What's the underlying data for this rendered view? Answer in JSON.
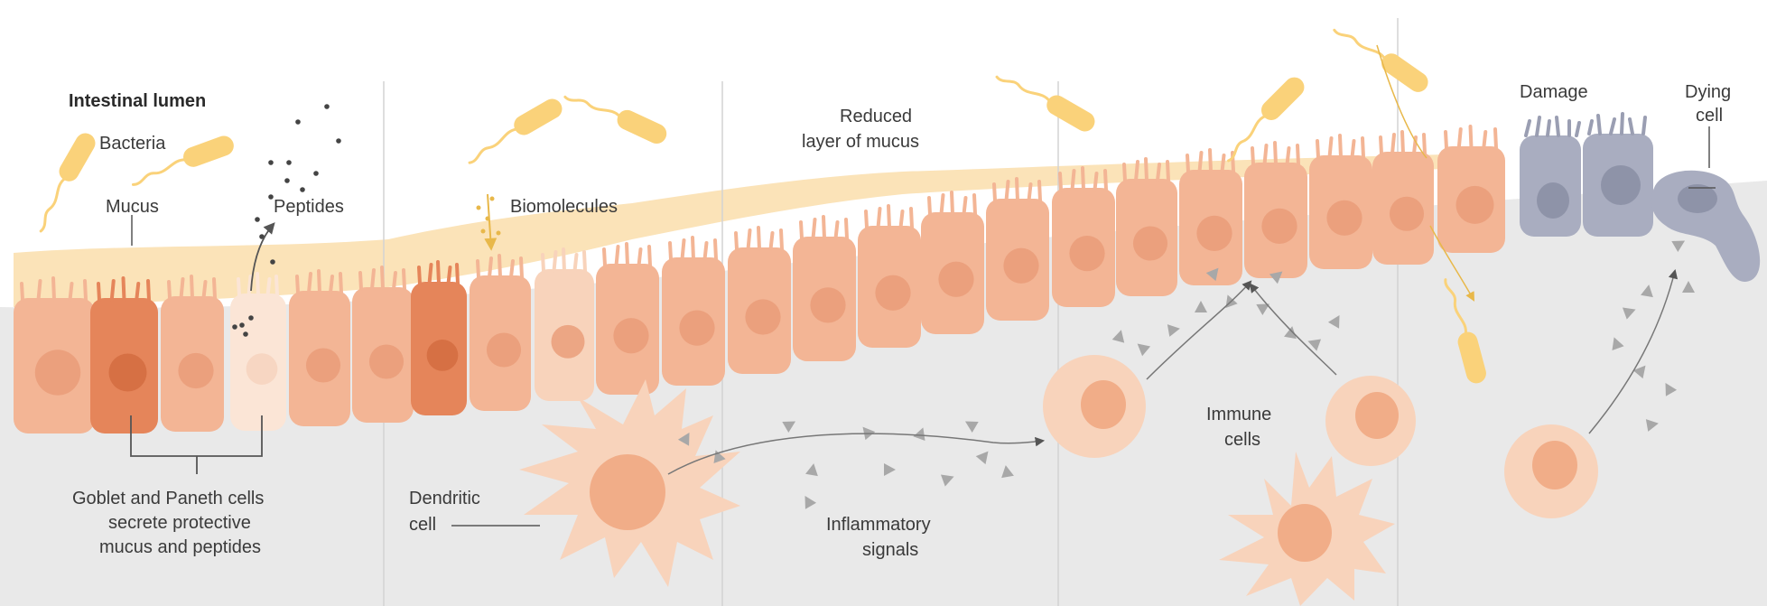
{
  "labels": {
    "intestinal_lumen": "Intestinal lumen",
    "bacteria": "Bacteria",
    "mucus": "Mucus",
    "peptides": "Peptides",
    "biomolecules": "Biomolecules",
    "reduced_mucus_line1": "Reduced",
    "reduced_mucus_line2": "layer of mucus",
    "damage": "Damage",
    "dying_cell_line1": "Dying",
    "dying_cell_line2": "cell",
    "goblet_line1": "Goblet and Paneth cells",
    "goblet_line2": "secrete protective",
    "goblet_line3": "mucus and peptides",
    "dendritic_line1": "Dendritic",
    "dendritic_line2": "cell",
    "inflammatory_line1": "Inflammatory",
    "inflammatory_line2": "signals",
    "immune_line1": "Immune",
    "immune_line2": "cells"
  },
  "colors": {
    "mucus": "#fbe3b8",
    "epithelial_cell": "#f3b595",
    "epithelial_cell_light": "#f8d3bb",
    "goblet_cell": "#e5855a",
    "paneth_cell": "#fbe5d6",
    "nucleus": "#e89b77",
    "bacteria": "#fad27a",
    "damaged_cell": "#a9adc0",
    "tissue_background": "#e9e9e9",
    "signal_triangle": "#a8a8a8"
  }
}
